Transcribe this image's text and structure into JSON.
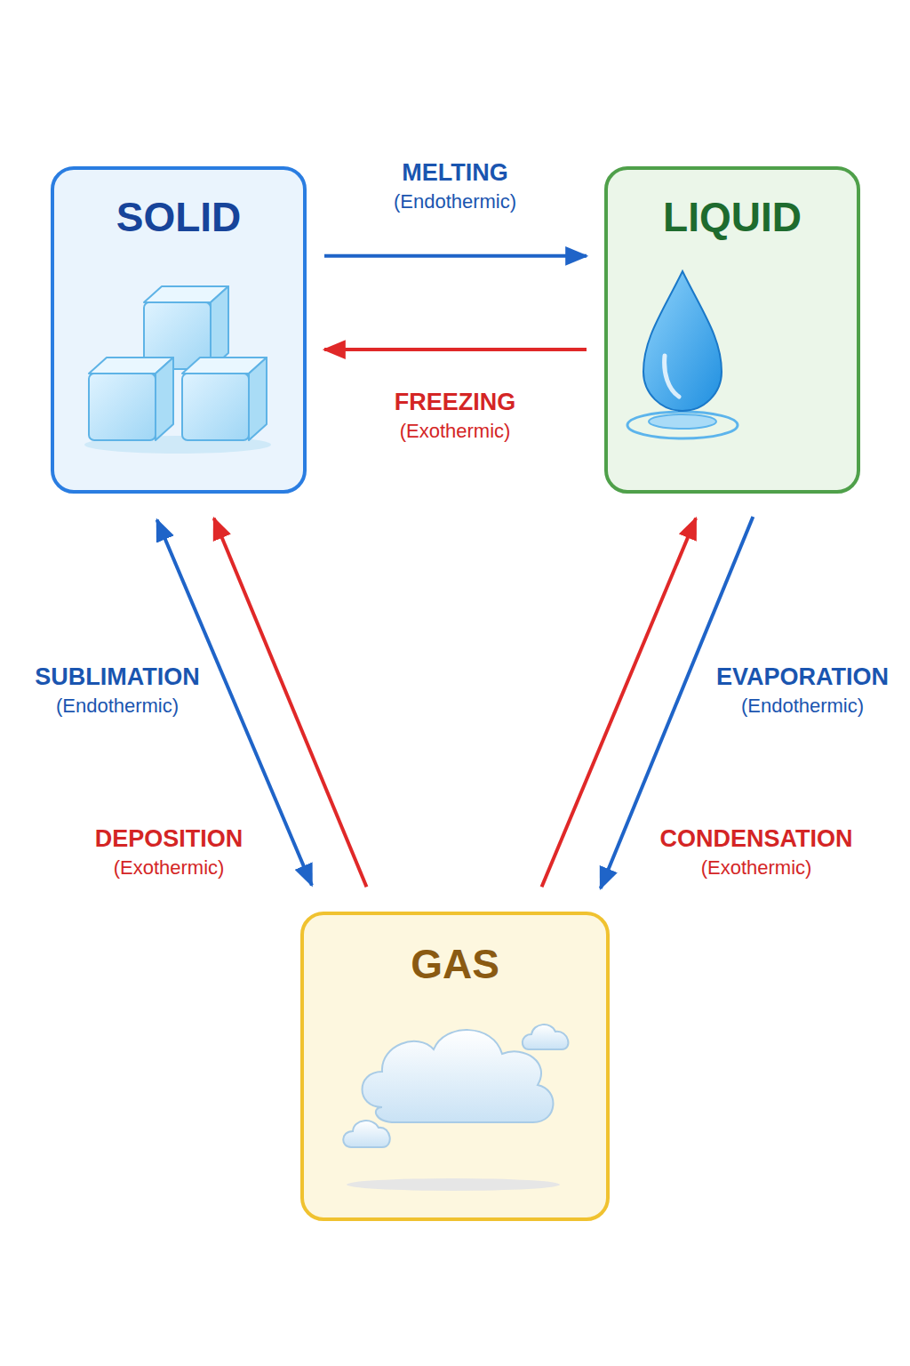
{
  "diagram": {
    "nodes": [
      {
        "text": [
          "SOLID"
        ]
      },
      {
        "text": [
          "LIQUID"
        ]
      },
      {
        "text": [
          "GAS"
        ]
      }
    ],
    "edges": [
      {
        "from": 0,
        "to": 1,
        "label": "MELTING (Endothermic)",
        "arrow": "to"
      },
      {
        "from": 1,
        "to": 0,
        "label": "FREEZING (Exothermic)",
        "arrow": "to"
      },
      {
        "from": 0,
        "to": 2,
        "label": "SUBLIMATION (Endothermic)",
        "arrow": "both"
      },
      {
        "from": 2,
        "to": 0,
        "label": "DEPOSITION (Exothermic)",
        "arrow": "to"
      },
      {
        "from": 1,
        "to": 2,
        "label": "EVAPORATION (Endothermic)",
        "arrow": "to"
      },
      {
        "from": 2,
        "to": 1,
        "label": "CONDENSATION (Exothermic)",
        "arrow": "to"
      }
    ]
  }
}
